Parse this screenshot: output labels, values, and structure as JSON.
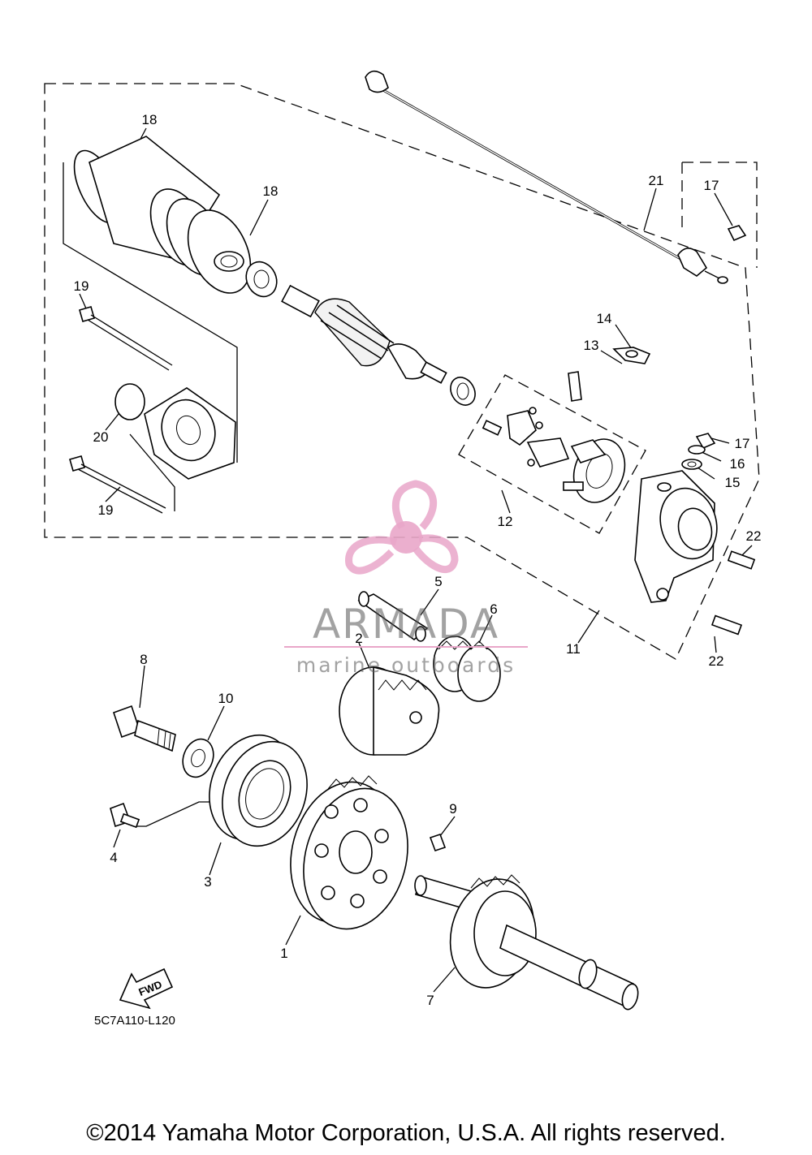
{
  "diagram": {
    "callouts": [
      "1",
      "2",
      "3",
      "4",
      "5",
      "6",
      "7",
      "8",
      "9",
      "10",
      "11",
      "12",
      "13",
      "14",
      "15",
      "16",
      "17",
      "17",
      "18",
      "18",
      "19",
      "19",
      "20",
      "21",
      "22",
      "22"
    ],
    "diagram_code": "5C7A110-L120",
    "fwd_label": "FWD"
  },
  "watermark": {
    "brand": "ARMADA",
    "tagline": "marine outboards",
    "accent_color": "#e9a6c9"
  },
  "footer": {
    "copyright": "©2014 Yamaha Motor Corporation, U.S.A. All rights reserved."
  }
}
